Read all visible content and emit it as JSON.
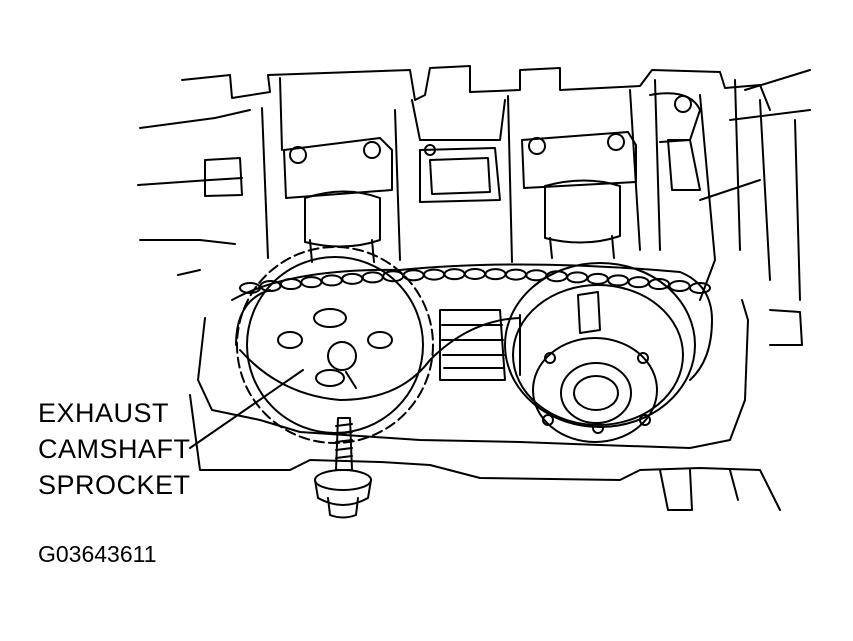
{
  "callout": {
    "lines": [
      "EXHAUST",
      "CAMSHAFT",
      "SPROCKET"
    ]
  },
  "figure_id": "G03643611",
  "colors": {
    "ink": "#000000",
    "paper": "#ffffff"
  }
}
